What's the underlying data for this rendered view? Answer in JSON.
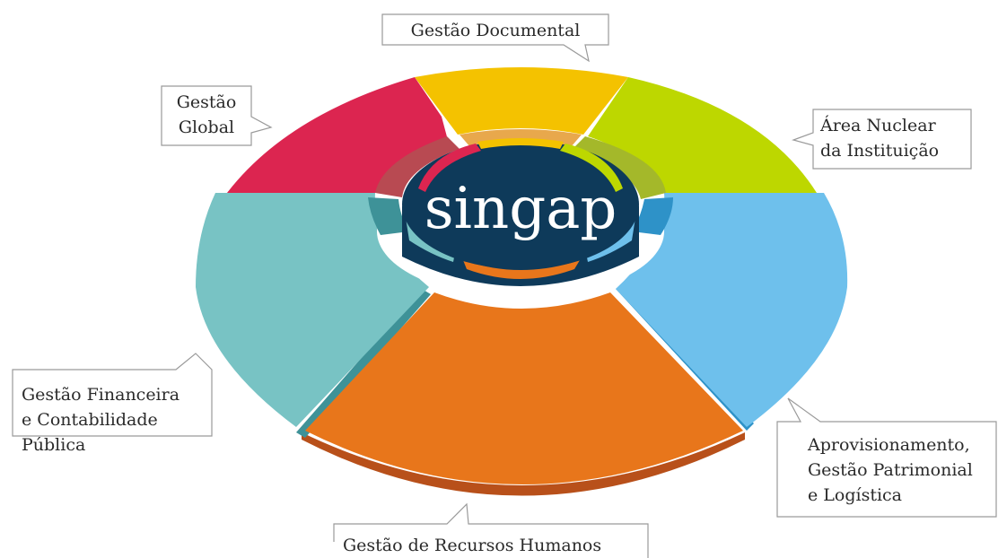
{
  "center": {
    "label": "singap"
  },
  "modules": {
    "documental": {
      "lines": [
        "Gestão Documental"
      ],
      "color": "#F4C200"
    },
    "global": {
      "lines": [
        "Gestão",
        "Global"
      ],
      "color": "#DC2550"
    },
    "nuclear": {
      "lines": [
        "Área Nuclear",
        "da Instituição"
      ],
      "color": "#BDD700"
    },
    "financeira": {
      "lines": [
        "Gestão Financeira",
        "e Contabilidade",
        "Pública"
      ],
      "color": "#78C3C4"
    },
    "aprovisionamento": {
      "lines": [
        "Aprovisionamento,",
        "Gestão Patrimonial",
        "e Logística"
      ],
      "color": "#6EC0EC"
    },
    "recursos": {
      "lines": [
        "Gestão de Recursos Humanos"
      ],
      "color": "#E8761B"
    }
  },
  "colors": {
    "navy": "#0E3A5A",
    "side_orange": "#B8501A",
    "side_teal": "#3E9298",
    "side_blue": "#2E92C8",
    "callout_border": "#9A9A9A"
  }
}
